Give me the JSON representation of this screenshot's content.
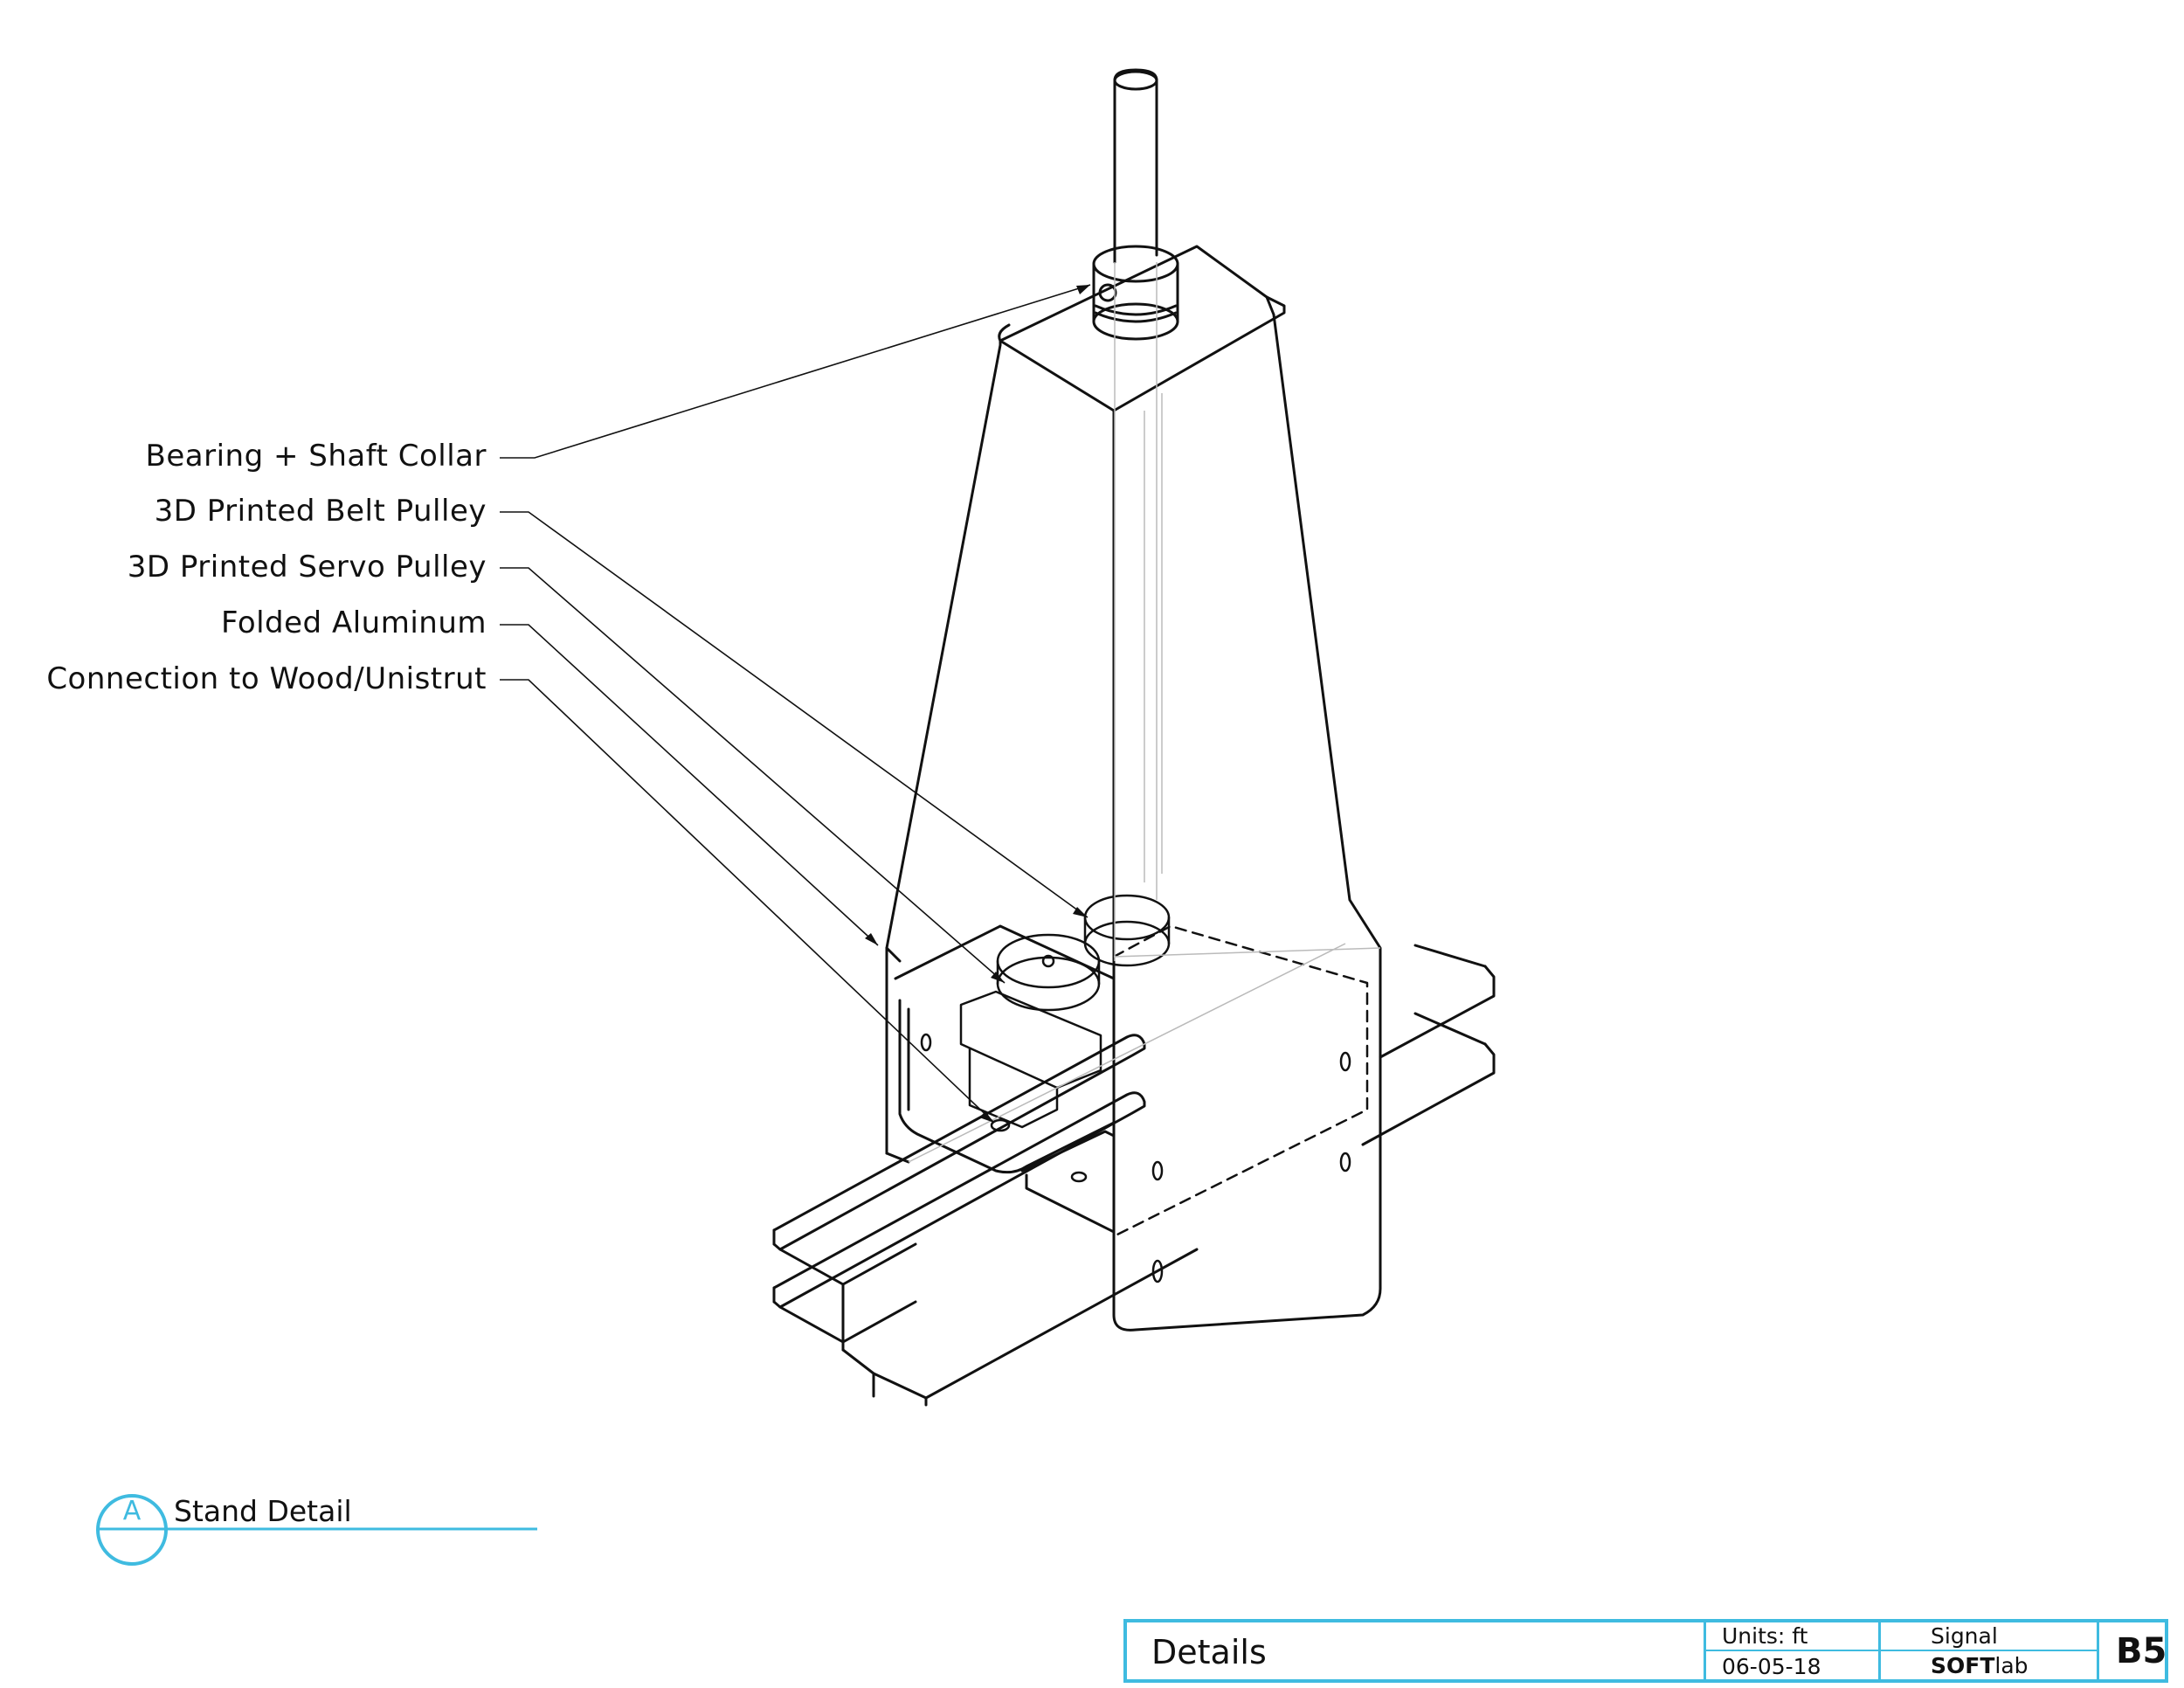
{
  "callouts": [
    {
      "label": "Bearing + Shaft Collar"
    },
    {
      "label": "3D Printed Belt Pulley"
    },
    {
      "label": "3D Printed Servo Pulley"
    },
    {
      "label": "Folded Aluminum"
    },
    {
      "label": "Connection to Wood/Unistrut"
    }
  ],
  "detail": {
    "letter": "A",
    "title": "Stand Detail"
  },
  "title_block": {
    "sheet_title": "Details",
    "units": "Units: ft",
    "date": "06-05-18",
    "project": "Signal",
    "logo_bold": "SOFT",
    "logo_light": "lab",
    "sheet_number": "B5"
  },
  "colors": {
    "accent": "#3fbbe0",
    "line": "#111111"
  }
}
